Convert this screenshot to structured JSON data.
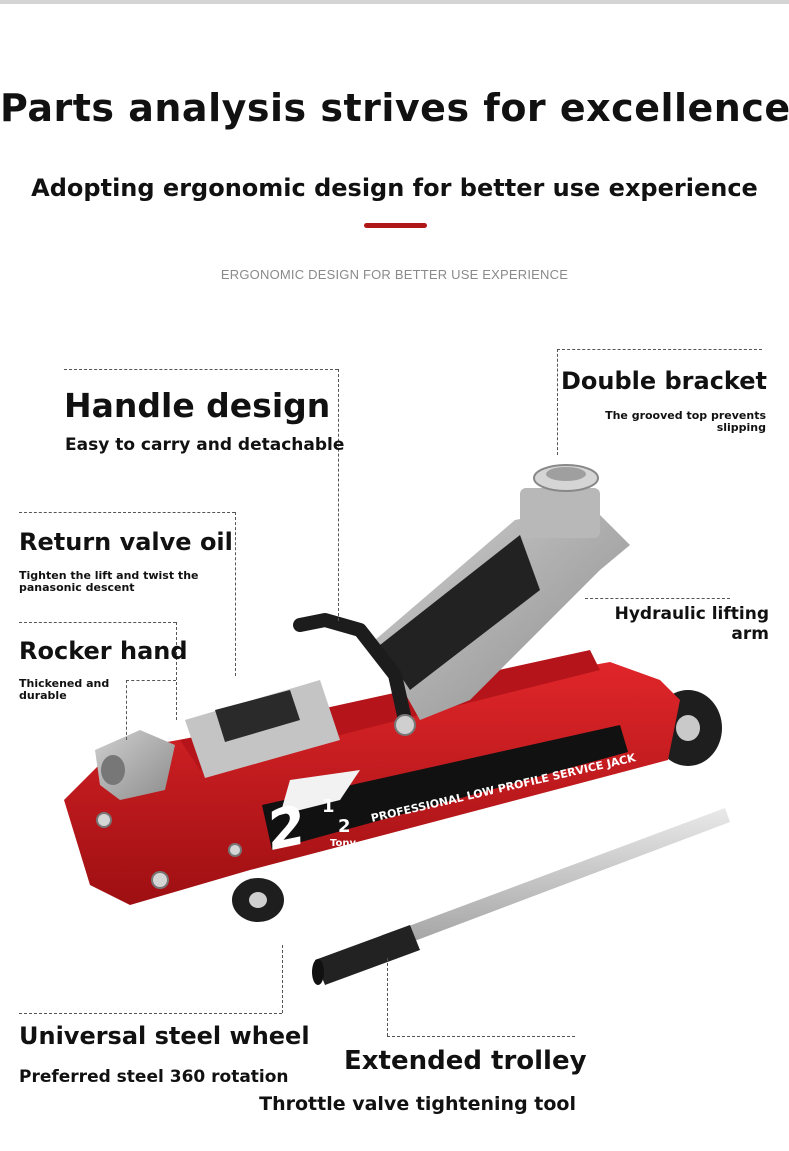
{
  "header": {
    "title": "Parts analysis strives for excellence",
    "subtitle": "Adopting ergonomic design for better use experience",
    "caption": "ERGONOMIC DESIGN FOR BETTER USE EXPERIENCE",
    "accent_color": "#b01818"
  },
  "callouts": {
    "handle": {
      "title": "Handle design",
      "desc": "Easy to carry and detachable"
    },
    "bracket": {
      "title": "Double bracket",
      "desc_line1": "The grooved top prevents",
      "desc_line2": "slipping"
    },
    "return_valve": {
      "title": "Return valve oil",
      "desc_line1": "Tighten the lift and twist the",
      "desc_line2": "panasonic descent"
    },
    "arm": {
      "line1": "Hydraulic lifting",
      "line2": "arm"
    },
    "rocker": {
      "title": "Rocker hand",
      "desc_line1": "Thickened and",
      "desc_line2": "durable"
    },
    "wheel": {
      "title": "Universal steel wheel",
      "desc": "Preferred steel 360 rotation"
    },
    "trolley": {
      "title": "Extended trolley",
      "desc": "Throttle valve tightening tool"
    }
  },
  "product": {
    "badge_big": "2",
    "badge_fraction_num": "1",
    "badge_fraction_den": "2",
    "badge_brand": "Tony",
    "side_text": "PROFESSIONAL LOW PROFILE SERVICE JACK",
    "body_color": "#c8171b",
    "arm_color": "#a9a9a9"
  }
}
